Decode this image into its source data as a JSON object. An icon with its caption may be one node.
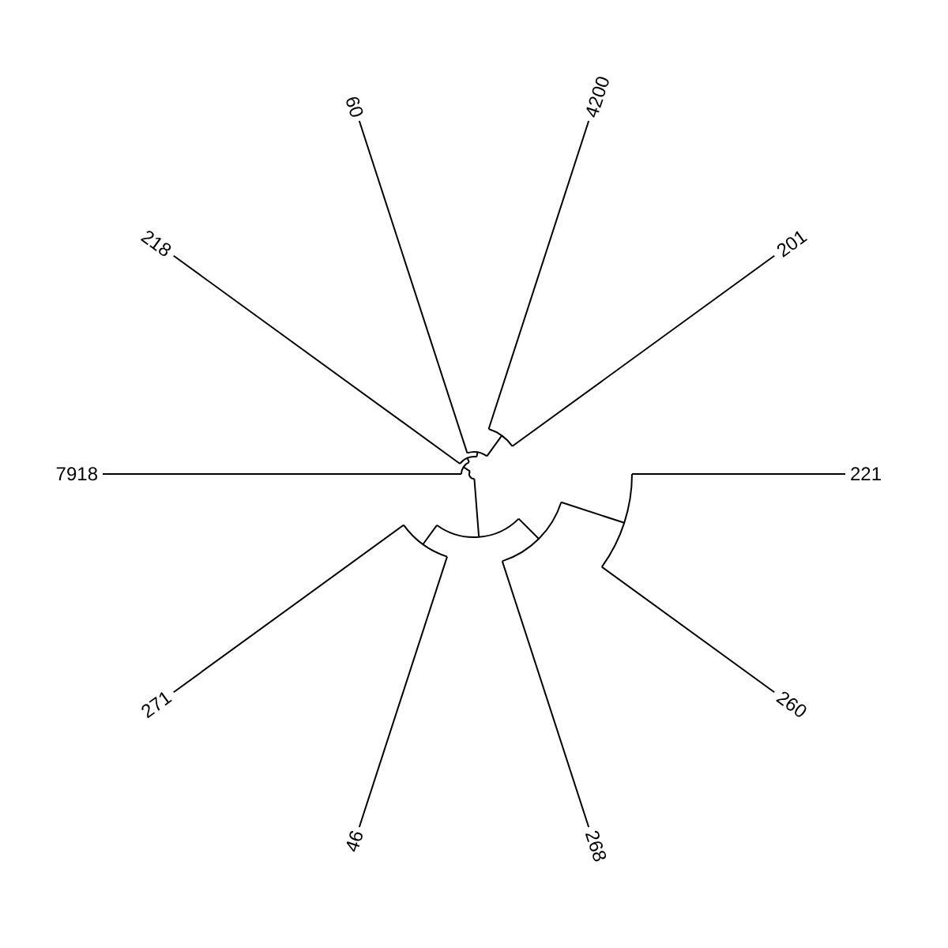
{
  "diagram": {
    "labels": [
      "4200",
      "60",
      "218",
      "201",
      "7918",
      "221",
      "271",
      "260",
      "46",
      "268"
    ]
  }
}
